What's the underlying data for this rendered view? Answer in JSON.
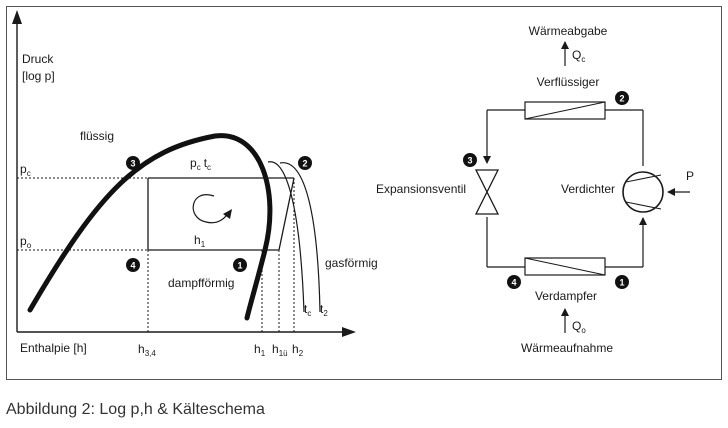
{
  "ph": {
    "y_label_1": "Druck",
    "y_label_2": "[log p]",
    "x_label": "Enthalpie [h]",
    "region_liquid": "flüssig",
    "region_wet": "dampfförmig",
    "region_gas": "gasförmig",
    "pc": {
      "main": "p",
      "sub": "c"
    },
    "po": {
      "main": "p",
      "sub": "o"
    },
    "pc_tc": {
      "p": "p",
      "p_sub": "c",
      "t": "t",
      "t_sub": "c"
    },
    "h1_inside": {
      "main": "h",
      "sub": "1"
    },
    "h34": {
      "main": "h",
      "sub": "3,4"
    },
    "h1": {
      "main": "h",
      "sub": "1"
    },
    "h1u": {
      "main": "h",
      "sub": "1ü"
    },
    "h2": {
      "main": "h",
      "sub": "2"
    },
    "tc": {
      "main": "t",
      "sub": "c"
    },
    "t2": {
      "main": "t",
      "sub": "2"
    }
  },
  "markers": {
    "m1": "1",
    "m2": "2",
    "m3": "3",
    "m4": "4"
  },
  "schema": {
    "heat_out": "Wärmeabgabe",
    "qc": {
      "main": "Q",
      "sub": "c"
    },
    "condenser": "Verflüssiger",
    "expansion": "Expansionsventil",
    "compressor": "Verdichter",
    "power": "P",
    "evaporator": "Verdampfer",
    "qo": {
      "main": "Q",
      "sub": "o"
    },
    "heat_in": "Wärmeaufnahme"
  },
  "caption": "Abbildung 2: Log p,h & Kälteschema"
}
